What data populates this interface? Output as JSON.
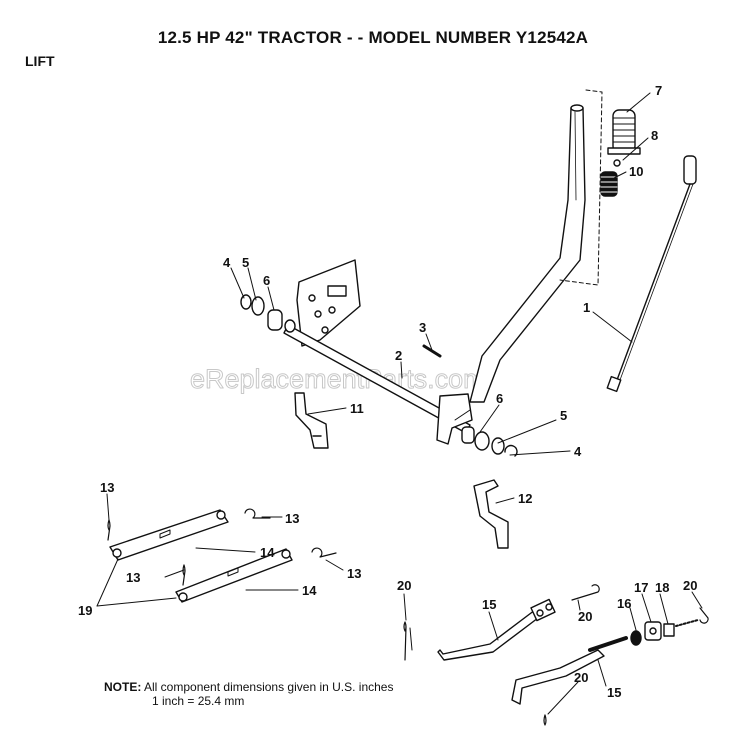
{
  "title": "12.5 HP 42\" TRACTOR - - MODEL NUMBER Y12542A",
  "section": "LIFT",
  "watermark": "eReplacementParts.com",
  "callouts": {
    "p1": "1",
    "p2": "2",
    "p3": "3",
    "p4a": "4",
    "p4b": "4",
    "p5a": "5",
    "p5b": "5",
    "p6a": "6",
    "p6b": "6",
    "p7": "7",
    "p8": "8",
    "p10": "10",
    "p11": "11",
    "p12": "12",
    "p13a": "13",
    "p13b": "13",
    "p13c": "13",
    "p13d": "13",
    "p14a": "14",
    "p14b": "14",
    "p15a": "15",
    "p15b": "15",
    "p16": "16",
    "p17": "17",
    "p18": "18",
    "p19": "19",
    "p20a": "20",
    "p20b": "20",
    "p20c": "20",
    "p20d": "20"
  },
  "note": {
    "label": "NOTE:",
    "line1": "All component dimensions given in U.S. inches",
    "line2": "1 inch = 25.4 mm"
  }
}
